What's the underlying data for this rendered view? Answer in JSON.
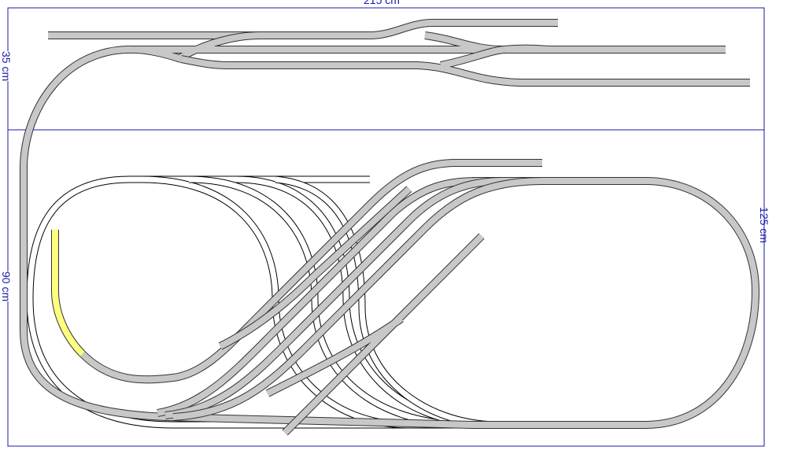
{
  "dimensions": {
    "width_label": "215 cm",
    "height_right_label": "125 cm",
    "upper_left_label": "35 cm",
    "lower_left_label": "90 cm"
  },
  "colors": {
    "frame": "#1a1aa8",
    "track": "#c8c8c8",
    "lower_track": "#ffffff",
    "highlight": "#ffff80"
  }
}
